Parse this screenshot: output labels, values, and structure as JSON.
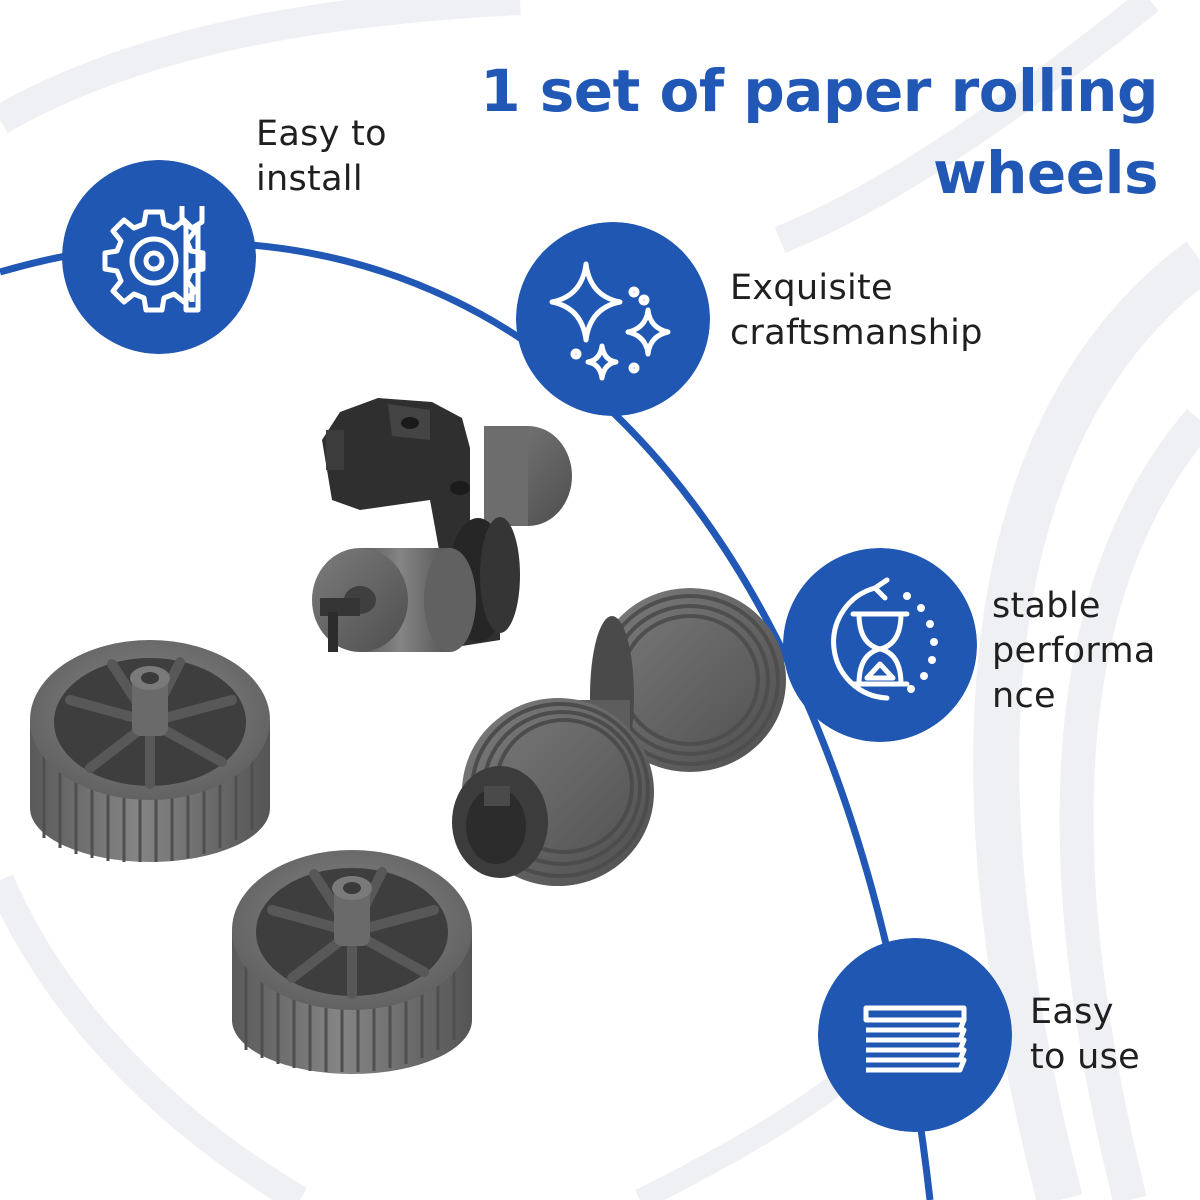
{
  "title": {
    "line1": "1 set of paper rolling",
    "line2": "wheels",
    "color": "#2158b6"
  },
  "features": [
    {
      "line1": "Easy to",
      "line2": "install",
      "icon": "gear-wrench-icon"
    },
    {
      "line1": "Exquisite",
      "line2": "craftsmanship",
      "icon": "sparkles-icon"
    },
    {
      "line1": "stable",
      "line2": "performa",
      "line3": "nce",
      "icon": "hourglass-refresh-icon"
    },
    {
      "line1": "Easy",
      "line2": "to use",
      "icon": "paper-stack-icon"
    }
  ],
  "colors": {
    "accent": "#1f57b2",
    "arc": "#2158b6",
    "rubber": "#6b6b6b",
    "plastic": "#3b3b3b"
  }
}
